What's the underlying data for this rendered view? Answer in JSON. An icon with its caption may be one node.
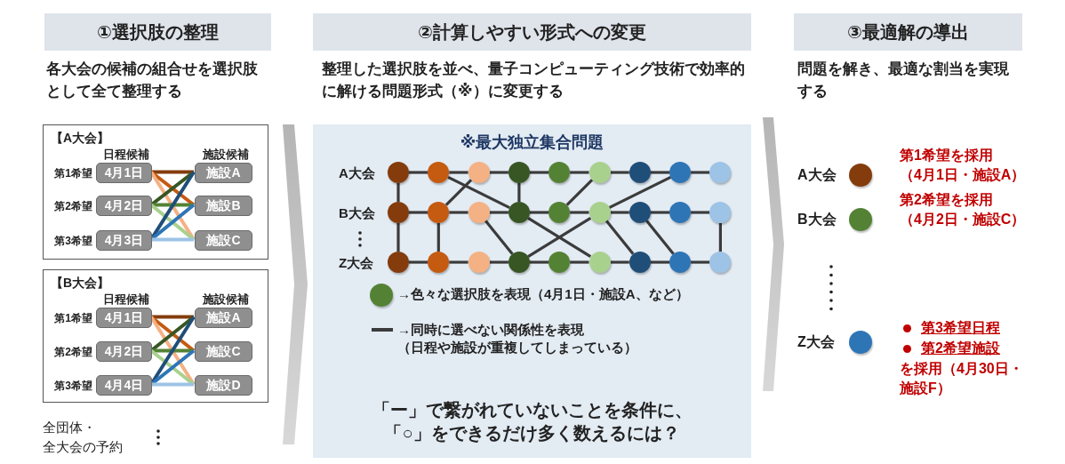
{
  "diagram": {
    "nodes": [
      {
        "text": [
          "①選択肢の整理"
        ]
      },
      {
        "text": [
          "②計算しやすい形式への変更"
        ]
      },
      {
        "text": [
          "③最適解の導出"
        ]
      },
      {
        "text": [
          "【A大会】",
          "日程候補",
          "施設候補"
        ]
      },
      {
        "text": [
          "4月1日"
        ],
        "in": 3,
        "beside": [
          "第1希望"
        ]
      },
      {
        "text": [
          "4月2日"
        ],
        "in": 3,
        "beside": [
          "第2希望"
        ]
      },
      {
        "text": [
          "4月3日"
        ],
        "in": 3,
        "beside": [
          "第3希望"
        ]
      },
      {
        "text": [
          "施設A"
        ],
        "in": 3
      },
      {
        "text": [
          "施設B"
        ],
        "in": 3
      },
      {
        "text": [
          "施設C"
        ],
        "in": 3
      },
      {
        "text": [
          "【B大会】",
          "日程候補",
          "施設候補"
        ]
      },
      {
        "text": [
          "4月1日"
        ],
        "in": 10,
        "beside": [
          "第1希望"
        ]
      },
      {
        "text": [
          "4月2日"
        ],
        "in": 10,
        "beside": [
          "第2希望"
        ]
      },
      {
        "text": [
          "4月4日"
        ],
        "in": 10,
        "beside": [
          "第3希望"
        ]
      },
      {
        "text": [
          "施設A"
        ],
        "in": 10
      },
      {
        "text": [
          "施設C"
        ],
        "in": 10
      },
      {
        "text": [
          "施設D"
        ],
        "in": 10
      },
      {
        "text": [
          "※最大独立集合問題",
          "「ー」で繋がれていないことを条件に、「○」をできるだけ多く数えるには？"
        ]
      },
      {
        "text": [],
        "shape": "circle",
        "in": 17
      },
      {
        "text": [],
        "shape": "circle",
        "in": 17
      },
      {
        "text": [],
        "shape": "circle",
        "in": 17
      },
      {
        "text": [],
        "shape": "circle",
        "in": 17
      },
      {
        "text": [],
        "shape": "circle",
        "in": 17
      },
      {
        "text": [],
        "shape": "circle",
        "in": 17
      },
      {
        "text": [],
        "shape": "circle",
        "in": 17
      },
      {
        "text": [],
        "shape": "circle",
        "in": 17
      },
      {
        "text": [],
        "shape": "circle",
        "in": 17
      },
      {
        "text": [],
        "shape": "circle",
        "in": 17
      },
      {
        "text": [],
        "shape": "circle",
        "in": 17
      },
      {
        "text": [],
        "shape": "circle",
        "in": 17
      },
      {
        "text": [],
        "shape": "circle",
        "in": 17
      },
      {
        "text": [],
        "shape": "circle",
        "in": 17
      },
      {
        "text": [],
        "shape": "circle",
        "in": 17
      },
      {
        "text": [],
        "shape": "circle",
        "in": 17
      },
      {
        "text": [],
        "shape": "circle",
        "in": 17
      },
      {
        "text": [],
        "shape": "circle",
        "in": 17
      },
      {
        "text": [],
        "shape": "circle",
        "in": 17
      },
      {
        "text": [],
        "shape": "circle",
        "in": 17
      },
      {
        "text": [],
        "shape": "circle",
        "in": 17
      },
      {
        "text": [],
        "shape": "circle",
        "in": 17
      },
      {
        "text": [],
        "shape": "circle",
        "in": 17
      },
      {
        "text": [],
        "shape": "circle",
        "in": 17
      },
      {
        "text": [],
        "shape": "circle",
        "in": 17
      },
      {
        "text": [],
        "shape": "circle",
        "in": 17
      },
      {
        "text": [],
        "shape": "circle",
        "in": 17
      },
      {
        "text": [],
        "shape": "circle",
        "beside": [
          "A大会",
          "第1希望を採用（4月1日・施設A）"
        ]
      },
      {
        "text": [],
        "shape": "circle",
        "beside": [
          "B大会",
          "第2希望を採用（4月2日・施設C）"
        ]
      },
      {
        "text": [],
        "shape": "circle",
        "beside": [
          "Z大会",
          "第3希望日程",
          "第2希望施設",
          "を採用（4月30日・施設F）"
        ]
      }
    ],
    "edges": [
      {
        "from": 4,
        "to": 7,
        "arrow": "none",
        "color": "#843c0c"
      },
      {
        "from": 4,
        "to": 8,
        "arrow": "none",
        "color": "#c55a11"
      },
      {
        "from": 4,
        "to": 9,
        "arrow": "none",
        "color": "#f4b183"
      },
      {
        "from": 5,
        "to": 7,
        "arrow": "none",
        "color": "#375623"
      },
      {
        "from": 5,
        "to": 8,
        "arrow": "none",
        "color": "#548235"
      },
      {
        "from": 5,
        "to": 9,
        "arrow": "none",
        "color": "#a9d18e"
      },
      {
        "from": 6,
        "to": 7,
        "arrow": "none",
        "color": "#1f4e79"
      },
      {
        "from": 6,
        "to": 8,
        "arrow": "none",
        "color": "#2e75b6"
      },
      {
        "from": 6,
        "to": 9,
        "arrow": "none",
        "color": "#9dc3e6"
      },
      {
        "from": 11,
        "to": 14,
        "arrow": "none",
        "color": "#843c0c"
      },
      {
        "from": 11,
        "to": 15,
        "arrow": "none",
        "color": "#c55a11"
      },
      {
        "from": 11,
        "to": 16,
        "arrow": "none",
        "color": "#f4b183"
      },
      {
        "from": 12,
        "to": 14,
        "arrow": "none",
        "color": "#375623"
      },
      {
        "from": 12,
        "to": 15,
        "arrow": "none",
        "color": "#548235"
      },
      {
        "from": 12,
        "to": 16,
        "arrow": "none",
        "color": "#a9d18e"
      },
      {
        "from": 13,
        "to": 14,
        "arrow": "none",
        "color": "#1f4e79"
      },
      {
        "from": 13,
        "to": 15,
        "arrow": "none",
        "color": "#2e75b6"
      },
      {
        "from": 13,
        "to": 16,
        "arrow": "none",
        "color": "#9dc3e6"
      },
      {
        "from": 18,
        "to": 19,
        "arrow": "none"
      },
      {
        "from": 19,
        "to": 20,
        "arrow": "none"
      },
      {
        "from": 20,
        "to": 21,
        "arrow": "none"
      },
      {
        "from": 21,
        "to": 22,
        "arrow": "none"
      },
      {
        "from": 22,
        "to": 23,
        "arrow": "none"
      },
      {
        "from": 23,
        "to": 24,
        "arrow": "none"
      },
      {
        "from": 24,
        "to": 25,
        "arrow": "none"
      },
      {
        "from": 25,
        "to": 26,
        "arrow": "none"
      },
      {
        "from": 27,
        "to": 28,
        "arrow": "none"
      },
      {
        "from": 28,
        "to": 29,
        "arrow": "none"
      },
      {
        "from": 29,
        "to": 30,
        "arrow": "none"
      },
      {
        "from": 30,
        "to": 31,
        "arrow": "none"
      },
      {
        "from": 31,
        "to": 32,
        "arrow": "none"
      },
      {
        "from": 32,
        "to": 33,
        "arrow": "none"
      },
      {
        "from": 33,
        "to": 34,
        "arrow": "none"
      },
      {
        "from": 34,
        "to": 35,
        "arrow": "none"
      },
      {
        "from": 36,
        "to": 37,
        "arrow": "none"
      },
      {
        "from": 37,
        "to": 38,
        "arrow": "none"
      },
      {
        "from": 38,
        "to": 39,
        "arrow": "none"
      },
      {
        "from": 39,
        "to": 40,
        "arrow": "none"
      },
      {
        "from": 40,
        "to": 41,
        "arrow": "none"
      },
      {
        "from": 41,
        "to": 42,
        "arrow": "none"
      },
      {
        "from": 42,
        "to": 43,
        "arrow": "none"
      },
      {
        "from": 43,
        "to": 44,
        "arrow": "none"
      },
      {
        "from": 18,
        "to": 27,
        "arrow": "none"
      },
      {
        "from": 27,
        "to": 36,
        "arrow": "none"
      },
      {
        "from": 28,
        "to": 37,
        "arrow": "none"
      },
      {
        "from": 21,
        "to": 30,
        "arrow": "none"
      },
      {
        "from": 35,
        "to": 44,
        "arrow": "none"
      },
      {
        "from": 19,
        "to": 30,
        "arrow": "none"
      },
      {
        "from": 28,
        "to": 20,
        "arrow": "none"
      },
      {
        "from": 29,
        "to": 39,
        "arrow": "none"
      },
      {
        "from": 30,
        "to": 41,
        "arrow": "none"
      },
      {
        "from": 39,
        "to": 32,
        "arrow": "none"
      },
      {
        "from": 31,
        "to": 23,
        "arrow": "none"
      },
      {
        "from": 32,
        "to": 25,
        "arrow": "none"
      },
      {
        "from": 32,
        "to": 42,
        "arrow": "none"
      },
      {
        "from": 33,
        "to": 43,
        "arrow": "none"
      }
    ],
    "labels": [
      "各大会の候補の組合せを選択肢として全て整理する",
      "整理した選択肢を並べ、量子コンピューティング技術で効率的に解ける問題形式（※）に変更する",
      "問題を解き、最適な割当を実現する",
      "全団体・全大会の予約",
      "A大会",
      "B大会",
      "Z大会"
    ],
    "legend": [
      {
        "text": "→色々な選択肢を表現（4月1日・施設A、など）",
        "color": "#548235"
      },
      {
        "text": "→同時に選べない関係性を表現（日程や施設が重複してしまっている）"
      }
    ]
  }
}
